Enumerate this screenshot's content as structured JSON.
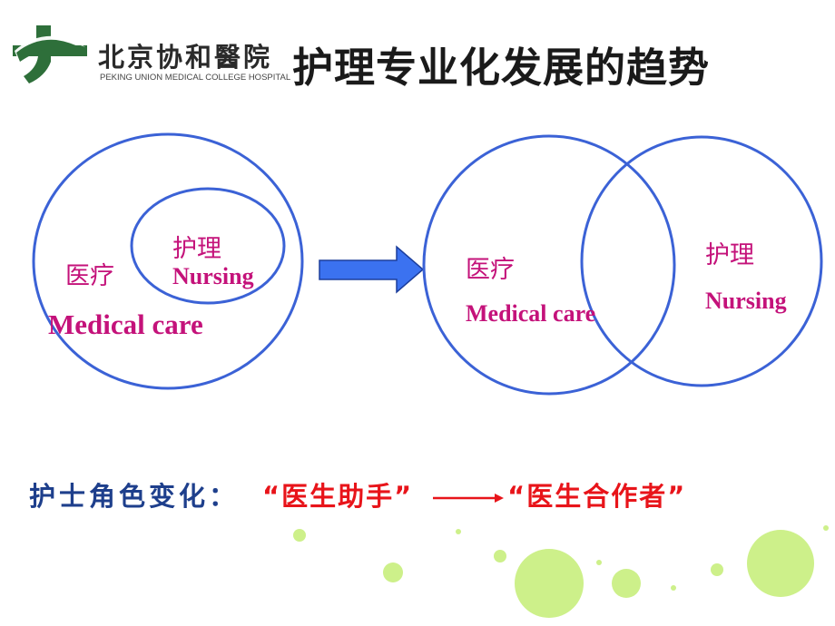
{
  "header": {
    "logo_cn": "北京协和醫院",
    "logo_en": "PEKING UNION MEDICAL COLLEGE HOSPITAL",
    "title": "护理专业化发展的趋势"
  },
  "diagram_left": {
    "outer_cn": "医疗",
    "outer_en": "Medical care",
    "inner_cn": "护理",
    "inner_en": "Nursing"
  },
  "diagram_right": {
    "left_cn": "医疗",
    "left_en": "Medical care",
    "right_cn": "护理",
    "right_en": "Nursing"
  },
  "bottom": {
    "label": "护士角色变化：",
    "from": "“医生助手”",
    "to": "“医生合作者”"
  },
  "colors": {
    "circle_stroke": "#3b62d6",
    "arrow_fill": "#3b72f0",
    "label_magenta": "#c4127a",
    "role_blue": "#1e3f8c",
    "role_red": "#e8141a",
    "dot_green": "#cdf08a"
  }
}
